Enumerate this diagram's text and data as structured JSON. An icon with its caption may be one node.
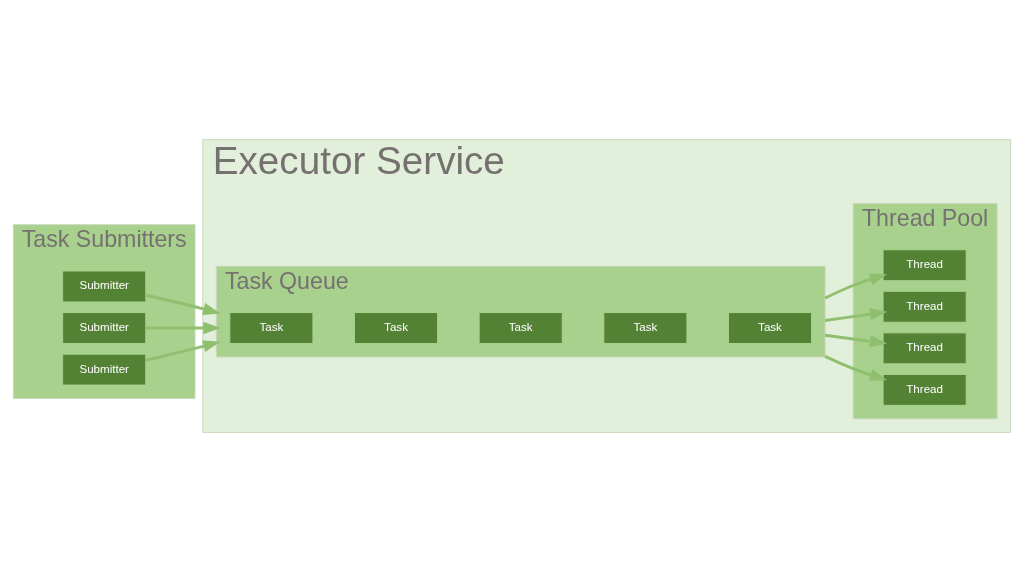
{
  "diagram": {
    "nodes": [
      {
        "text": [
          "Task Submitters"
        ]
      },
      {
        "text": [
          "Submitter"
        ],
        "in": 0
      },
      {
        "text": [
          "Submitter"
        ],
        "in": 0
      },
      {
        "text": [
          "Submitter"
        ],
        "in": 0
      },
      {
        "text": [
          "Executor Service"
        ]
      },
      {
        "text": [
          "Task Queue"
        ],
        "in": 4
      },
      {
        "text": [
          "Task"
        ],
        "in": 5
      },
      {
        "text": [
          "Task"
        ],
        "in": 5
      },
      {
        "text": [
          "Task"
        ],
        "in": 5
      },
      {
        "text": [
          "Task"
        ],
        "in": 5
      },
      {
        "text": [
          "Task"
        ],
        "in": 5
      },
      {
        "text": [
          "Thread Pool"
        ],
        "in": 4
      },
      {
        "text": [
          "Thread"
        ],
        "in": 11
      },
      {
        "text": [
          "Thread"
        ],
        "in": 11
      },
      {
        "text": [
          "Thread"
        ],
        "in": 11
      },
      {
        "text": [
          "Thread"
        ],
        "in": 11
      }
    ],
    "edges": [
      {
        "from": 1,
        "to": 5,
        "arrow": "to"
      },
      {
        "from": 2,
        "to": 5,
        "arrow": "to"
      },
      {
        "from": 3,
        "to": 5,
        "arrow": "to"
      },
      {
        "from": 5,
        "to": 12,
        "arrow": "to"
      },
      {
        "from": 5,
        "to": 13,
        "arrow": "to"
      },
      {
        "from": 5,
        "to": 14,
        "arrow": "to"
      },
      {
        "from": 5,
        "to": 15,
        "arrow": "to"
      }
    ]
  }
}
